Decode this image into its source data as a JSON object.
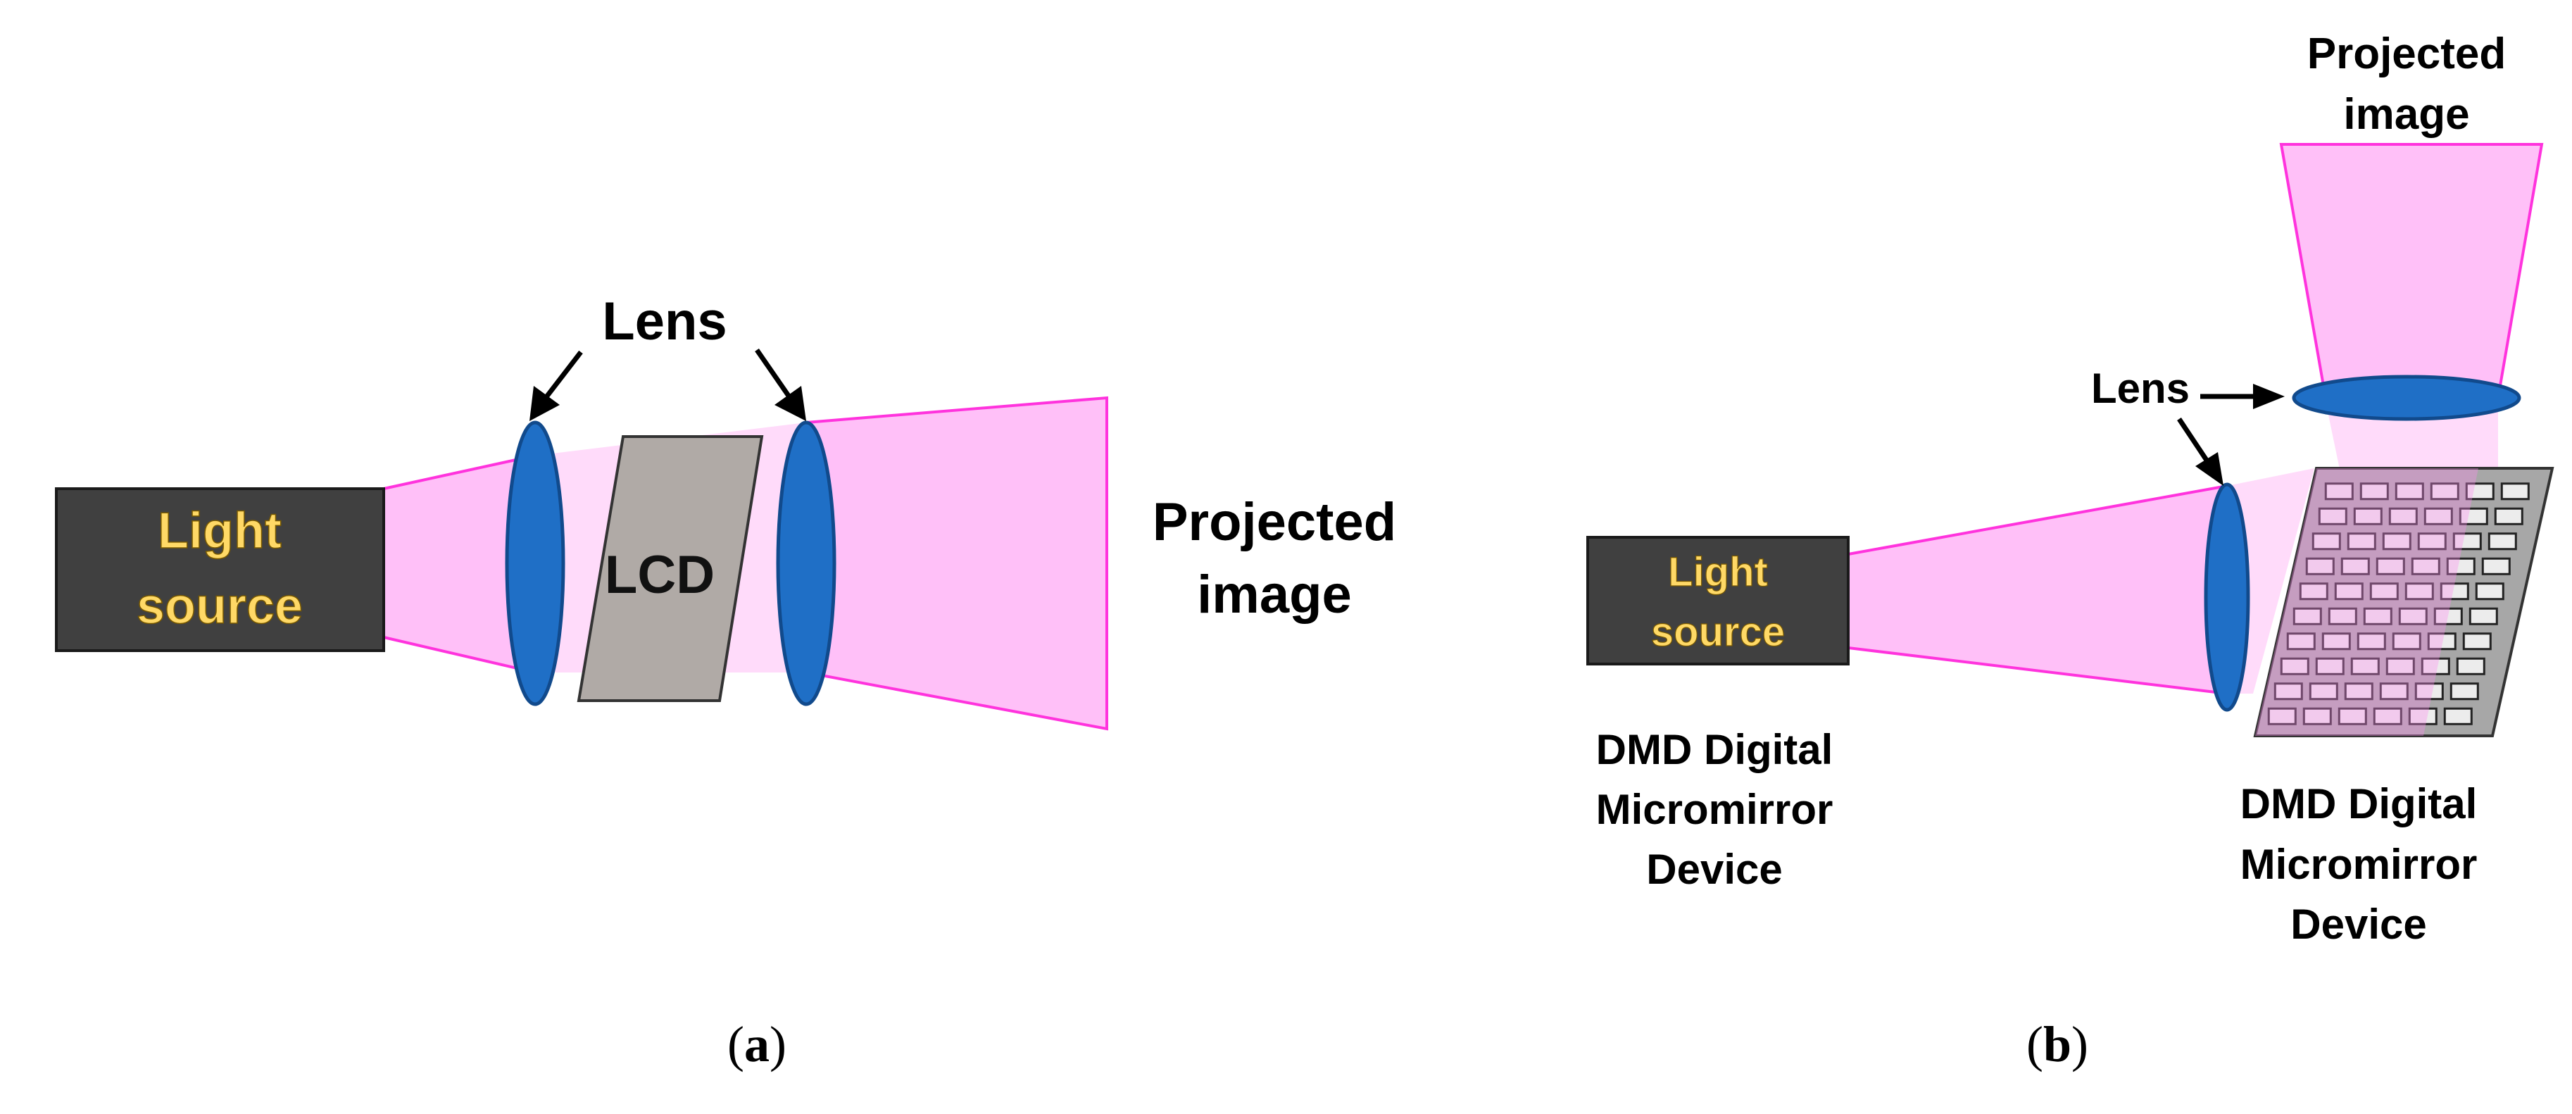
{
  "panel_a": {
    "light_source": [
      "Light",
      "source"
    ],
    "lcd": "LCD",
    "lens": "Lens",
    "projected_image": [
      "Projected",
      "image"
    ],
    "caption_open": "(",
    "caption_letter": "a",
    "caption_close": ")"
  },
  "panel_b": {
    "projected_image": [
      "Projected",
      "image"
    ],
    "lens": "Lens",
    "light_source": [
      "Light",
      "source"
    ],
    "dmd_left": [
      "DMD Digital",
      "Micromirror",
      "Device"
    ],
    "dmd_right": [
      "DMD Digital",
      "Micromirror",
      "Device"
    ],
    "caption_open": "(",
    "caption_letter": "b",
    "caption_close": ")"
  },
  "colors": {
    "beam": "#ff8cf2",
    "beam_edge": "#ff33dd",
    "lens": "#1f6fc6",
    "light_source_box": "#404040",
    "light_source_text": "#ffd966",
    "lcd": "#b0aaa6",
    "dmd_panel": "#a7a7a7"
  }
}
